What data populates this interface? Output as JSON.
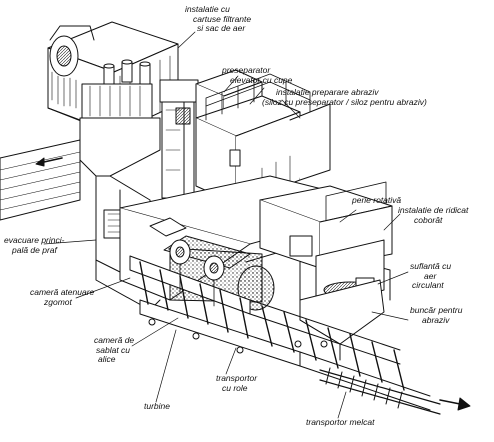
{
  "labels": {
    "filter": [
      "instalatie cu",
      "cartuse filtrante",
      "si sac de aer"
    ],
    "preseparator": [
      "preseparator"
    ],
    "elevator": [
      "elevator cu cupe"
    ],
    "abrasive_prep": [
      "instalatie preparare abraziv",
      "(siloz cu preseparator / siloz pentru abraziv)"
    ],
    "rotary_brushes": [
      "perie rotativă"
    ],
    "lifting": [
      "instalatie de ridicat",
      "coborât"
    ],
    "evacuation": [
      "evacuare princi-",
      "pală de praf"
    ],
    "blower": [
      "suflantă cu",
      "aer",
      "circulant"
    ],
    "noise_chamber": [
      "cameră atenuare",
      "zgomot"
    ],
    "abrasive_hopper": [
      "buncăr pentru",
      "abraziv"
    ],
    "blast_chamber": [
      "cameră de",
      "sablat cu",
      "alice"
    ],
    "roller_conveyor": [
      "transportor",
      "cu role"
    ],
    "turbines": [
      "turbine"
    ],
    "screw_conveyor": [
      "transportor melcat"
    ]
  }
}
